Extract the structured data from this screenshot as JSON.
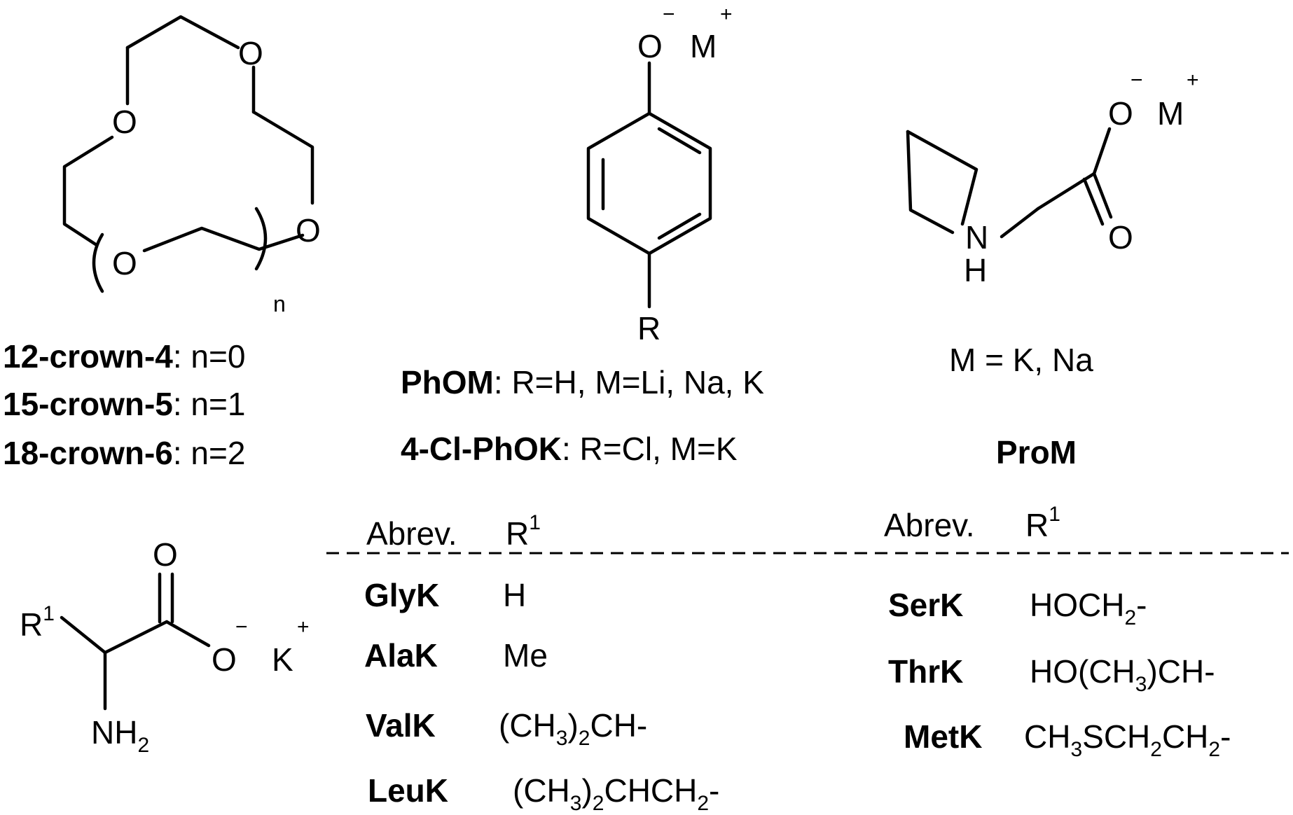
{
  "crown": {
    "atom_O": "O",
    "n_label": "n",
    "rows": [
      {
        "name": "12-crown-4",
        "value": ": n=0"
      },
      {
        "name": "15-crown-5",
        "value": ": n=1"
      },
      {
        "name": "18-crown-6",
        "value": ": n=2"
      }
    ]
  },
  "phenoxide": {
    "O": "O",
    "charge_minus": "−",
    "M": "M",
    "charge_plus": "+",
    "R": "R",
    "rows": [
      {
        "name": "PhOM",
        "value": ": R=H, M=Li, Na, K"
      },
      {
        "name": "4-Cl-PhOK",
        "value": ": R=Cl, M=K"
      }
    ]
  },
  "proline": {
    "O_minus": "O",
    "O_double": "O",
    "charge_minus": "−",
    "M": "M",
    "charge_plus": "+",
    "N": "N",
    "H": "H",
    "metal_note": "M = K, Na",
    "name": "ProM"
  },
  "amino_acid": {
    "R": "R",
    "R_sup": "1",
    "O_double": "O",
    "O_minus": "O",
    "charge_minus": "−",
    "K": "K",
    "charge_plus": "+",
    "NH": "NH",
    "NH_sub": "2"
  },
  "table_left": {
    "header_abbrev": "Abrev.",
    "header_r": "R",
    "header_r_sup": "1",
    "rows": [
      {
        "abbrev": "GlyK",
        "r": "H"
      },
      {
        "abbrev": "AlaK",
        "r": "Me"
      },
      {
        "abbrev": "ValK",
        "r_parts": [
          "(CH",
          "3",
          ")",
          "2",
          "CH-"
        ]
      },
      {
        "abbrev": "LeuK",
        "r_parts": [
          "(CH",
          "3",
          ")",
          "2",
          "CHCH",
          "2",
          "-"
        ]
      }
    ]
  },
  "table_right": {
    "header_abbrev": "Abrev.",
    "header_r": "R",
    "header_r_sup": "1",
    "rows": [
      {
        "abbrev": "SerK",
        "r_parts": [
          "HOCH",
          "2",
          "-"
        ]
      },
      {
        "abbrev": "ThrK",
        "r_parts": [
          "HO(CH",
          "3",
          ")CH-"
        ]
      },
      {
        "abbrev": "MetK",
        "r_parts": [
          "CH",
          "3",
          "SCH",
          "2",
          "CH",
          "2",
          "-"
        ]
      }
    ]
  }
}
